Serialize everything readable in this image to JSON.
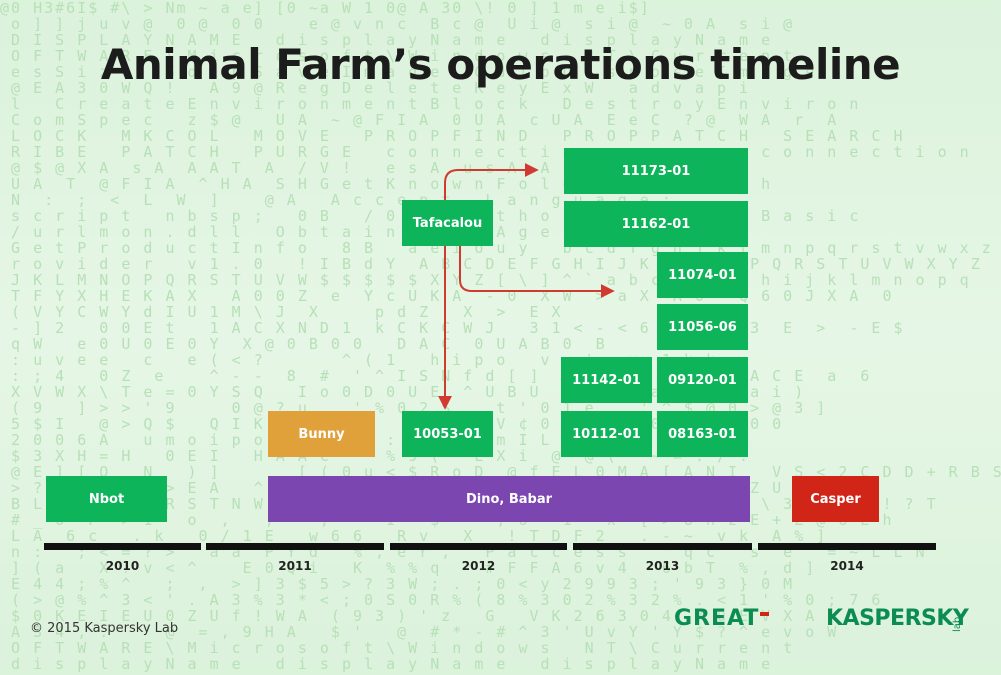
{
  "title": "Animal Farm’s operations timeline",
  "boxes": {
    "b11173": "11173-01",
    "b11162": "11162-01",
    "tafacalou": "Tafacalou",
    "b11074": "11074-01",
    "b11056": "11056-06",
    "b11142": "11142-01",
    "b09120": "09120-01",
    "bunny": "Bunny",
    "b10053": "10053-01",
    "b10112": "10112-01",
    "b08163": "08163-01",
    "nbot": "Nbot",
    "dino": "Dino, Babar",
    "casper": "Casper"
  },
  "years": [
    "2010",
    "2011",
    "2012",
    "2013",
    "2014"
  ],
  "colors": {
    "green": "#0db45a",
    "orange": "#e0a03a",
    "purple": "#7b46b0",
    "red": "#d12518",
    "arrow": "#d03a30"
  },
  "footer": {
    "copyright": "© 2015 Kaspersky Lab",
    "great_logo": "GREAT",
    "kaspersky_logo": "KASPERSKY",
    "kaspersky_lab": "lab"
  }
}
